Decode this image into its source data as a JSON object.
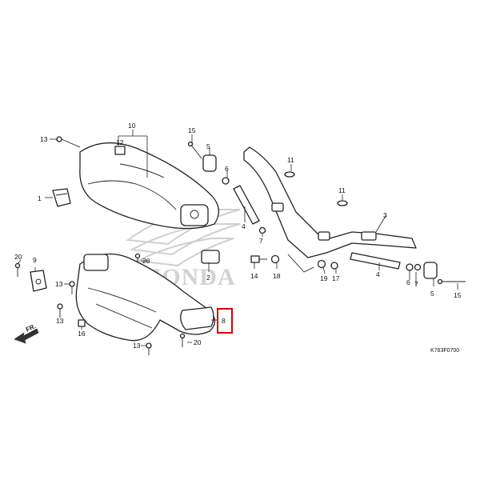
{
  "diagram_code": "K783F0700",
  "direction_label": "FR.",
  "watermark_text": "HONDA",
  "highlight_color": "#d40000",
  "callouts": {
    "c1": "1",
    "c2": "2",
    "c3": "3",
    "c4a": "4",
    "c4b": "4",
    "c5a": "5",
    "c5b": "5",
    "c6a": "6",
    "c6b": "6",
    "c7a": "7",
    "c7b": "7",
    "c8": "8",
    "c9": "9",
    "c10": "10",
    "c11a": "11",
    "c11b": "11",
    "c12": "12",
    "c13a": "13",
    "c13b": "13",
    "c13c": "13",
    "c13d": "13",
    "c14": "14",
    "c15a": "15",
    "c15b": "15",
    "c16": "16",
    "c17": "17",
    "c18": "18",
    "c19": "19",
    "c20a": "20",
    "c20b": "20",
    "c20c": "20"
  }
}
